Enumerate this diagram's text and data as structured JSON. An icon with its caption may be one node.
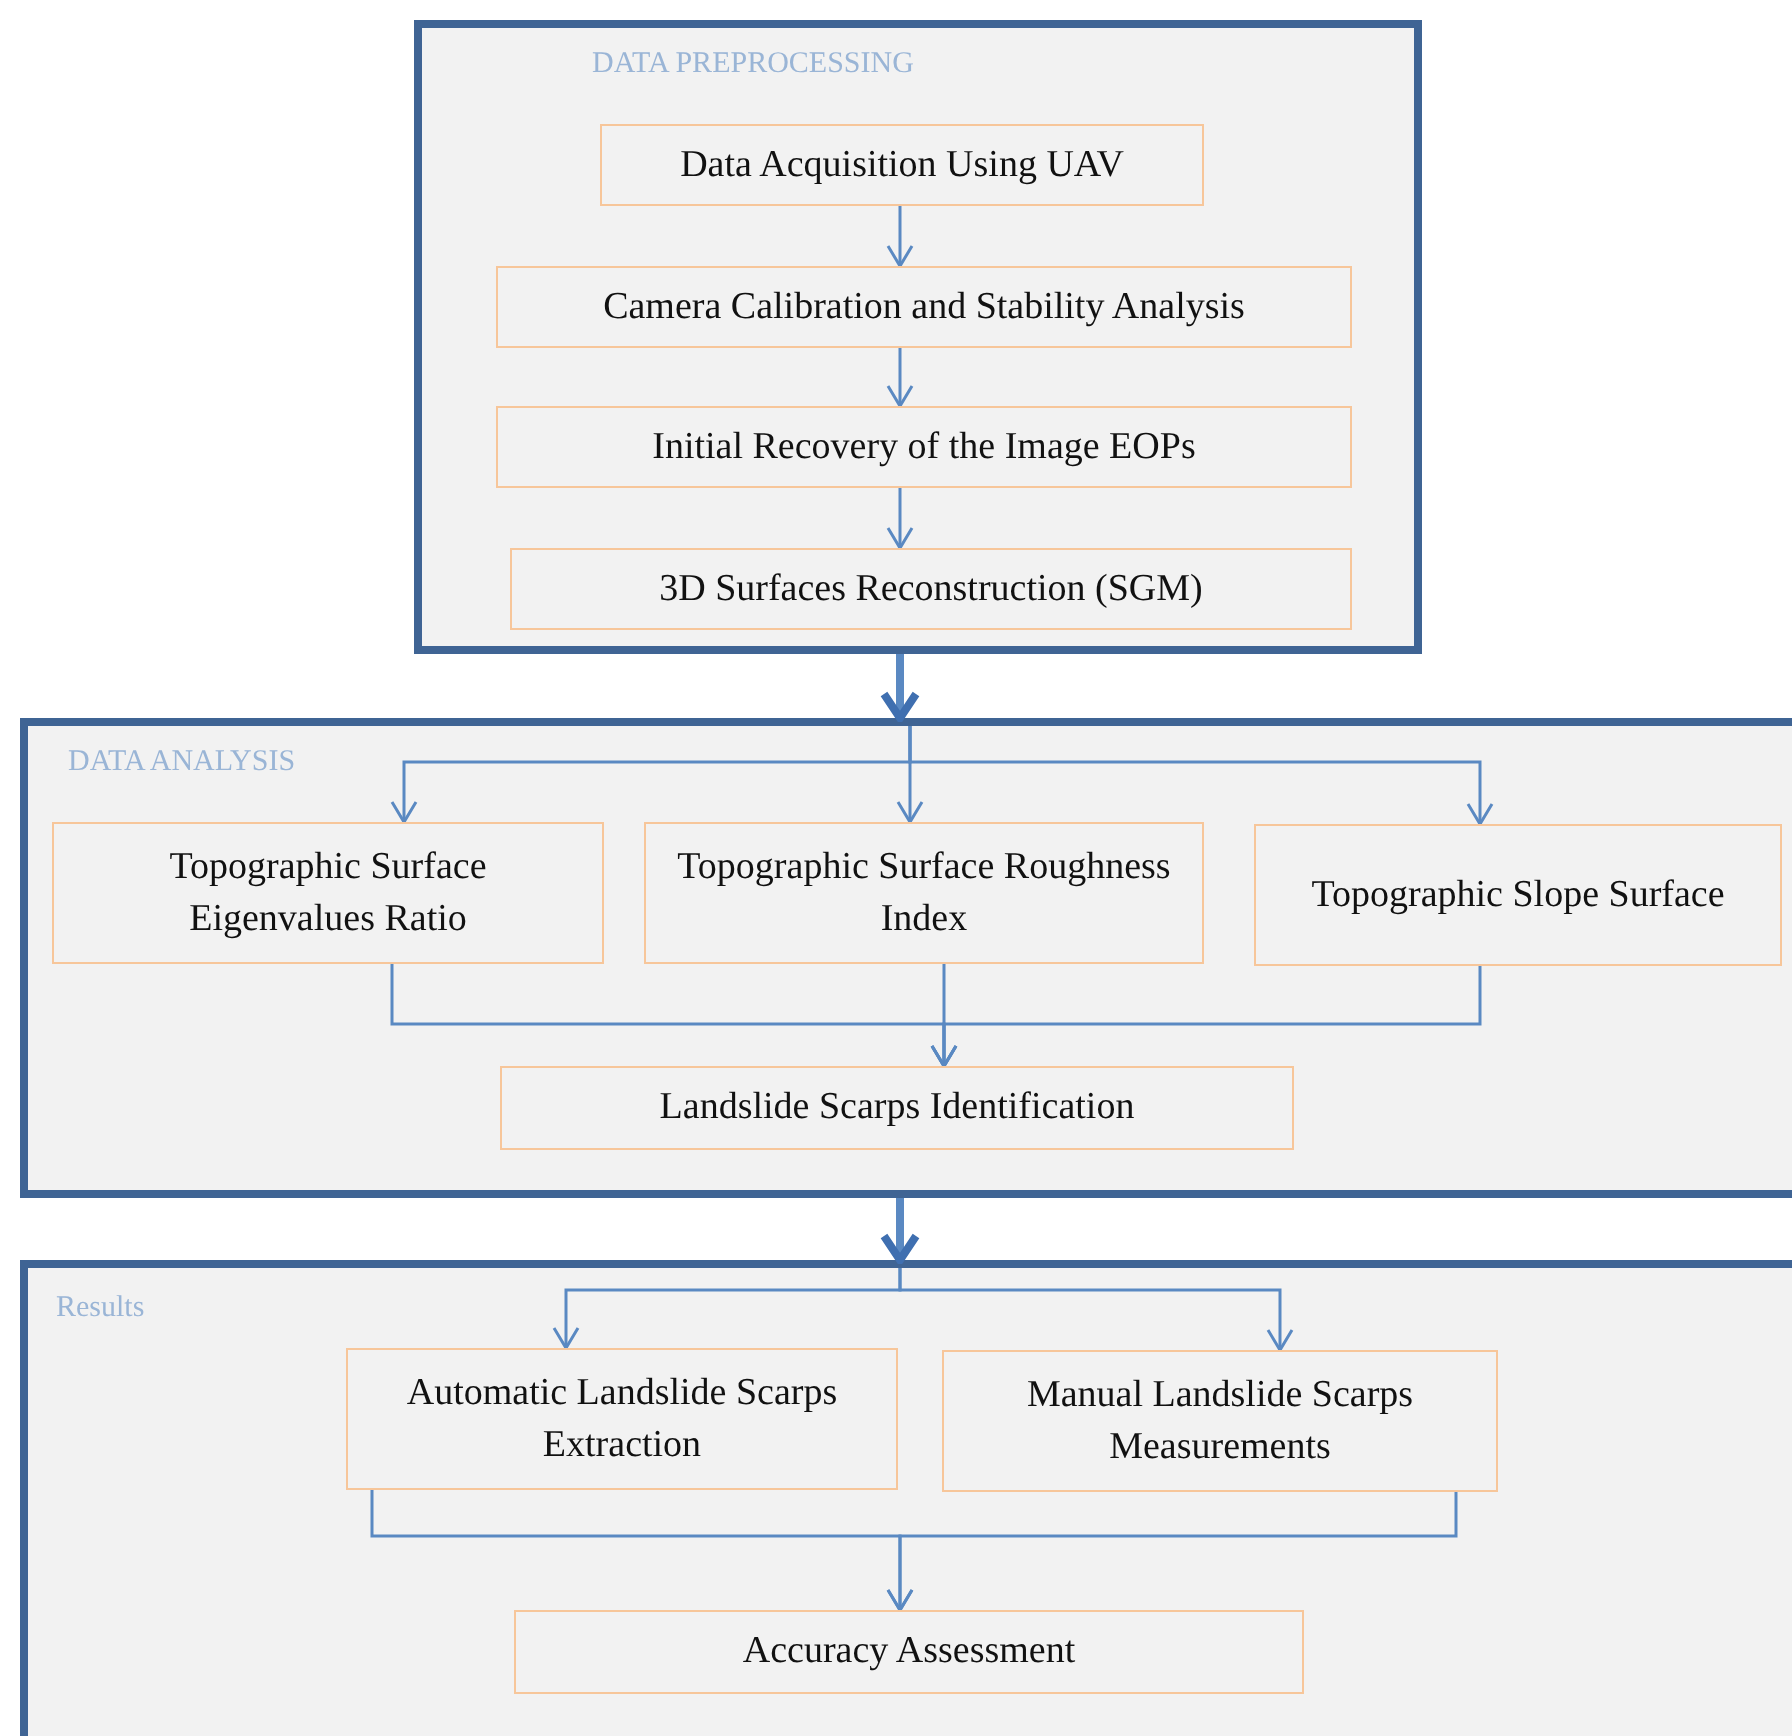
{
  "diagram": {
    "nodes": [
      {
        "text": [
          "DATA PREPROCESSING"
        ]
      },
      {
        "text": [
          "Data Acquisition Using UAV"
        ],
        "in": 0
      },
      {
        "text": [
          "Camera Calibration and Stability Analysis"
        ],
        "in": 0
      },
      {
        "text": [
          "Initial Recovery of the Image EOPs"
        ],
        "in": 0
      },
      {
        "text": [
          "3D Surfaces Reconstruction (SGM)"
        ],
        "in": 0
      },
      {
        "text": [
          "DATA ANALYSIS"
        ]
      },
      {
        "text": [
          "Topographic Surface Eigenvalues Ratio"
        ],
        "in": 5
      },
      {
        "text": [
          "Topographic Surface Roughness Index"
        ],
        "in": 5
      },
      {
        "text": [
          "Topographic Slope Surface"
        ],
        "in": 5
      },
      {
        "text": [
          "Landslide Scarps Identification"
        ],
        "in": 5
      },
      {
        "text": [
          "Results"
        ]
      },
      {
        "text": [
          "Automatic Landslide Scarps Extraction"
        ],
        "in": 10
      },
      {
        "text": [
          "Manual Landslide Scarps Measurements"
        ],
        "in": 10
      },
      {
        "text": [
          "Accuracy Assessment"
        ],
        "in": 10
      }
    ],
    "edges": [
      {
        "from": 1,
        "to": 2,
        "arrow": "to"
      },
      {
        "from": 2,
        "to": 3,
        "arrow": "to"
      },
      {
        "from": 3,
        "to": 4,
        "arrow": "to"
      },
      {
        "from": 0,
        "to": 5,
        "arrow": "to",
        "style": "thick"
      },
      {
        "from": 5,
        "to": 6,
        "arrow": "to"
      },
      {
        "from": 5,
        "to": 7,
        "arrow": "to"
      },
      {
        "from": 5,
        "to": 8,
        "arrow": "to"
      },
      {
        "from": 6,
        "to": 9,
        "arrow": "to"
      },
      {
        "from": 7,
        "to": 9,
        "arrow": "to"
      },
      {
        "from": 8,
        "to": 9,
        "arrow": "to"
      },
      {
        "from": 5,
        "to": 10,
        "arrow": "to",
        "style": "thick"
      },
      {
        "from": 10,
        "to": 11,
        "arrow": "to"
      },
      {
        "from": 10,
        "to": 12,
        "arrow": "to"
      },
      {
        "from": 11,
        "to": 13,
        "arrow": "to"
      },
      {
        "from": 12,
        "to": 13,
        "arrow": "to"
      }
    ]
  }
}
